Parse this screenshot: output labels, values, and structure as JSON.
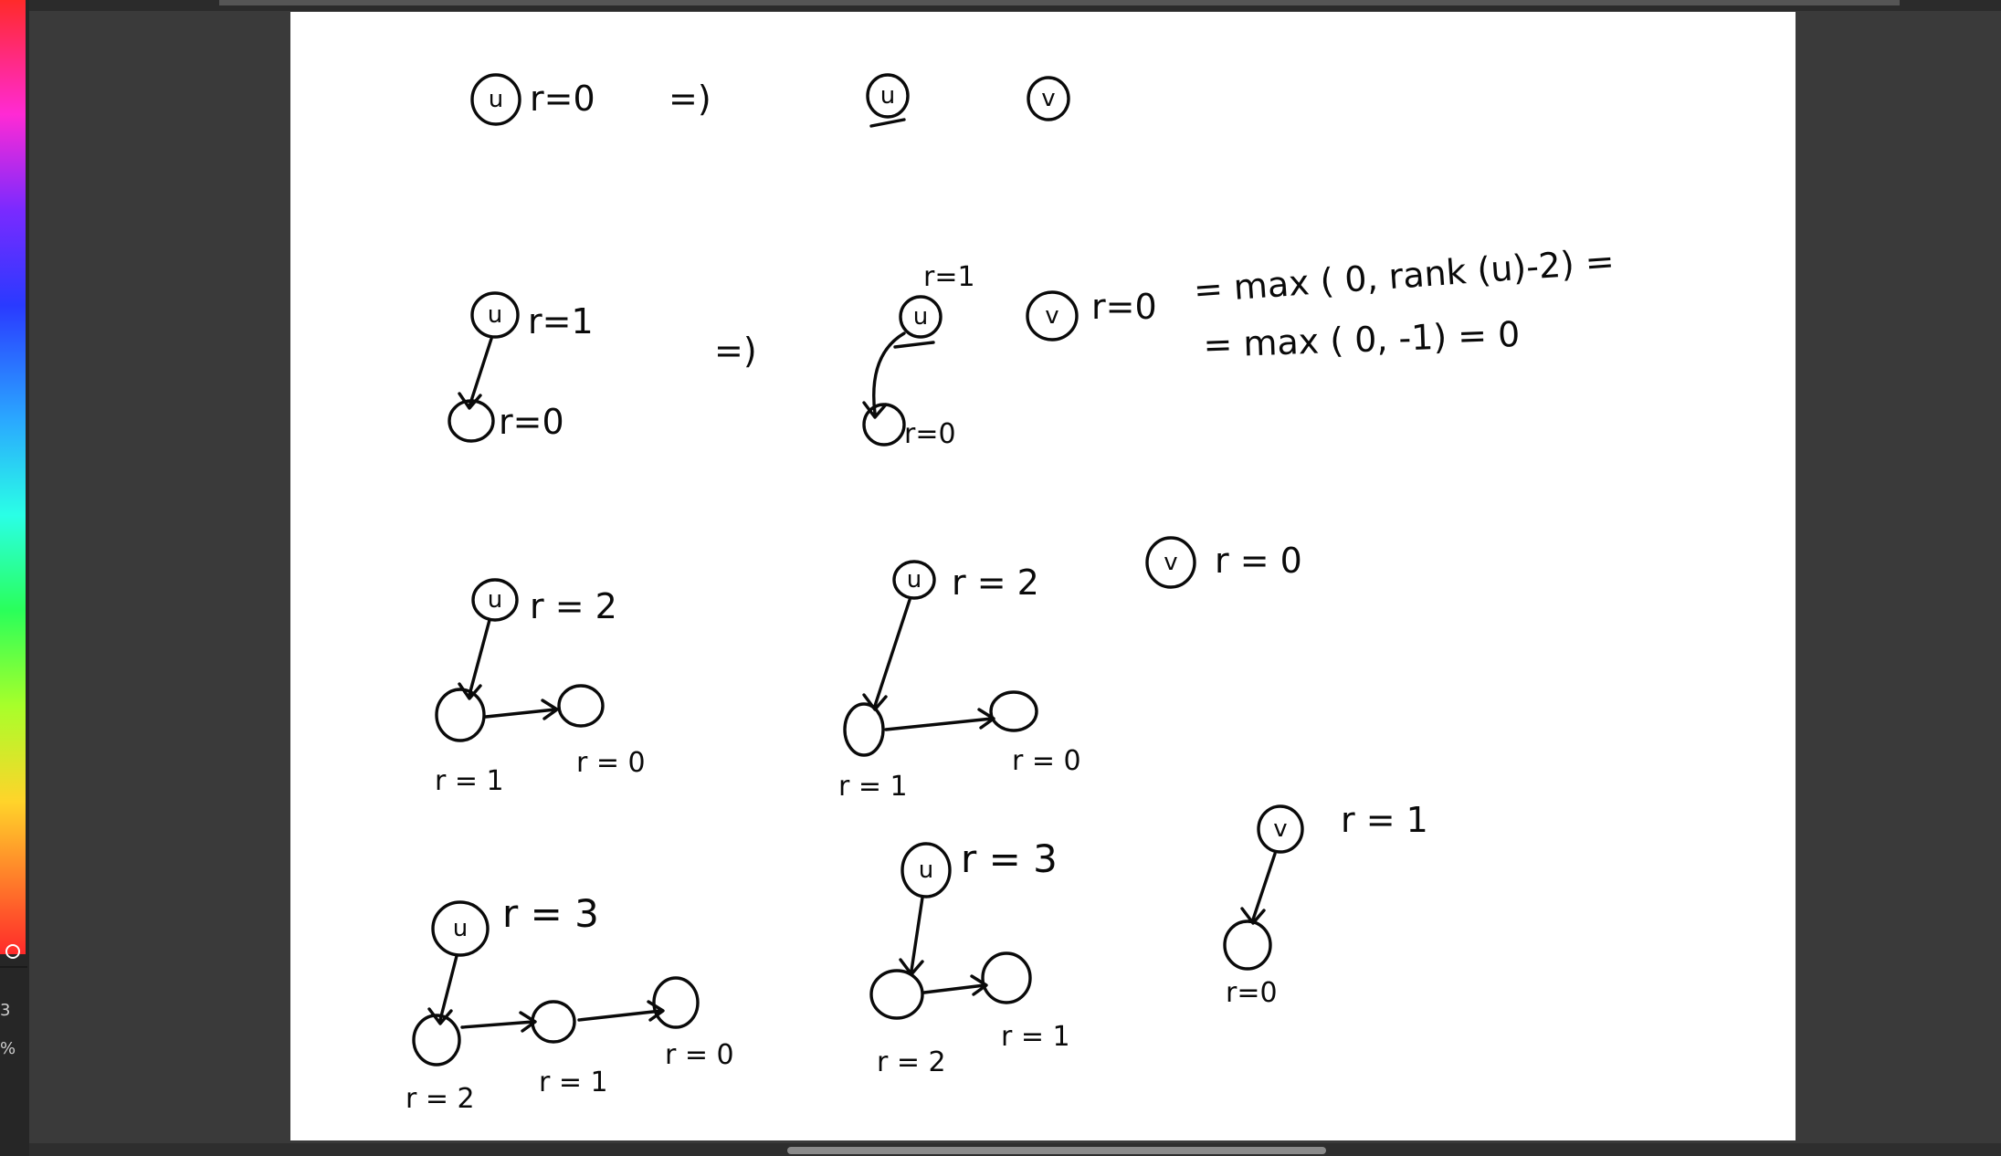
{
  "sidebar": {
    "brush_size": "3",
    "opacity": "%"
  },
  "drawing": {
    "row1": {
      "node_u": "u",
      "rank": "r=0",
      "implies": "=)",
      "node_u2": "u",
      "node_v": "v"
    },
    "row2": {
      "node_u": "u",
      "rank_u": "r=1",
      "rank_child": "r=0",
      "implies": "=)",
      "rank_u2_top": "r=1",
      "node_u2": "u",
      "rank_child2": "r=0",
      "node_v": "v",
      "rank_v": "r=0",
      "formula_line1": "= max ( 0, rank (u)-2) =",
      "formula_line2": "= max ( 0, -1) = 0"
    },
    "row3": {
      "node_u": "u",
      "rank_u": "r = 2",
      "rank_mid": "r = 1",
      "rank_end": "r = 0",
      "node_u2": "u",
      "rank_u2": "r = 2",
      "rank_mid2": "r = 1",
      "rank_end2": "r = 0",
      "node_v": "v",
      "rank_v": "r = 0"
    },
    "row4": {
      "node_u": "u",
      "rank_u": "r = 3",
      "rank_a": "r = 2",
      "rank_b": "r = 1",
      "rank_c": "r = 0",
      "node_u2": "u",
      "rank_u2": "r = 3",
      "rank_a2": "r = 2",
      "rank_b2": "r = 1",
      "node_v": "v",
      "rank_v": "r = 1",
      "rank_v_child": "r=0"
    }
  }
}
